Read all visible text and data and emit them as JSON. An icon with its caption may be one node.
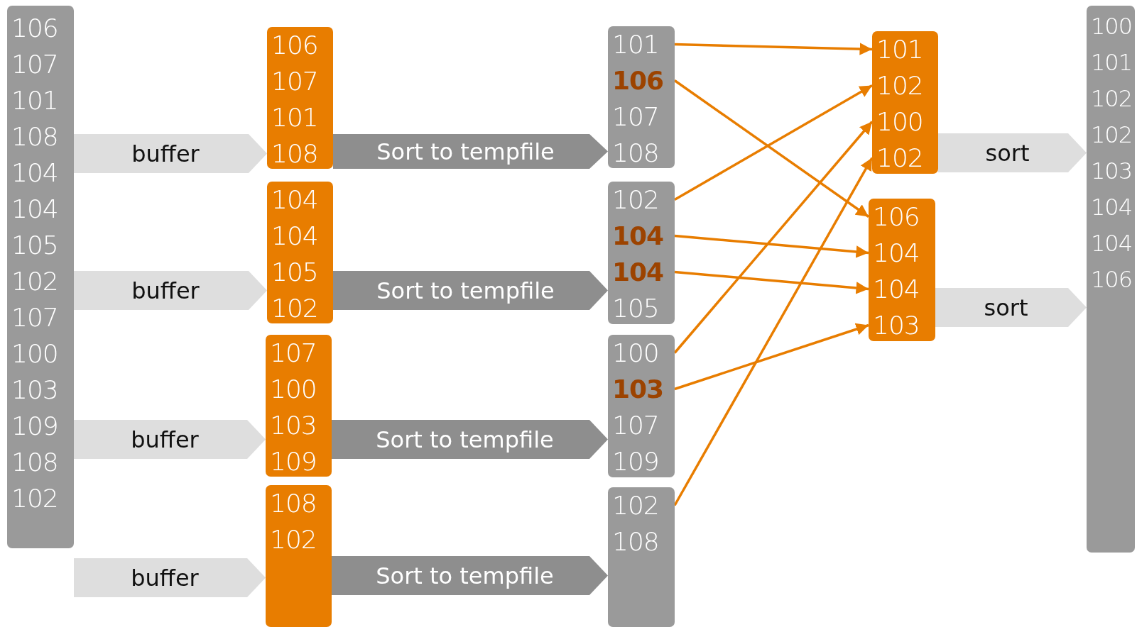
{
  "diagram": {
    "nodes": [
      {
        "text": [
          "106",
          "107",
          "101",
          "108",
          "104",
          "104",
          "105",
          "102",
          "107",
          "100",
          "103",
          "109",
          "108",
          "102"
        ]
      },
      {
        "text": [
          "106",
          "107",
          "101",
          "108"
        ]
      },
      {
        "text": [
          "104",
          "104",
          "105",
          "102"
        ]
      },
      {
        "text": [
          "107",
          "100",
          "103",
          "109"
        ]
      },
      {
        "text": [
          "108",
          "102"
        ]
      },
      {
        "text": [
          "101",
          "106",
          "107",
          "108"
        ]
      },
      {
        "text": [
          "102",
          "104",
          "104",
          "105"
        ]
      },
      {
        "text": [
          "100",
          "103",
          "107",
          "109"
        ]
      },
      {
        "text": [
          "102",
          "108"
        ]
      },
      {
        "text": [
          "101",
          "102",
          "100",
          "102"
        ]
      },
      {
        "text": [
          "106",
          "104",
          "104",
          "103"
        ]
      },
      {
        "text": [
          "100",
          "101",
          "102",
          "102",
          "103",
          "104",
          "104",
          "106"
        ]
      }
    ],
    "edges": [
      {
        "from": 5,
        "to": 9,
        "arrow": "to"
      },
      {
        "from": 5,
        "to": 10,
        "arrow": "to"
      },
      {
        "from": 6,
        "to": 9,
        "arrow": "to"
      },
      {
        "from": 6,
        "to": 10,
        "arrow": "to"
      },
      {
        "from": 6,
        "to": 10,
        "arrow": "to"
      },
      {
        "from": 7,
        "to": 9,
        "arrow": "to"
      },
      {
        "from": 7,
        "to": 10,
        "arrow": "to"
      },
      {
        "from": 8,
        "to": 9,
        "arrow": "to"
      },
      {
        "from": 0,
        "to": 1,
        "arrow": "to",
        "label": "buffer",
        "color": "#dedede"
      },
      {
        "from": 0,
        "to": 2,
        "arrow": "to",
        "label": "buffer",
        "color": "#dedede"
      },
      {
        "from": 0,
        "to": 3,
        "arrow": "to",
        "label": "buffer",
        "color": "#dedede"
      },
      {
        "from": 0,
        "to": 4,
        "arrow": "to",
        "label": "buffer",
        "color": "#dedede"
      },
      {
        "from": 1,
        "to": 5,
        "arrow": "to",
        "label": "Sort to tempfile",
        "color": "#8e8e8e"
      },
      {
        "from": 2,
        "to": 6,
        "arrow": "to",
        "label": "Sort to tempfile",
        "color": "#8e8e8e"
      },
      {
        "from": 3,
        "to": 7,
        "arrow": "to",
        "label": "Sort to tempfile",
        "color": "#8e8e8e"
      },
      {
        "from": 4,
        "to": 8,
        "arrow": "to",
        "label": "Sort to tempfile",
        "color": "#8e8e8e"
      },
      {
        "from": 9,
        "to": 11,
        "arrow": "to",
        "label": "sort",
        "color": "#dedede"
      },
      {
        "from": 10,
        "to": 11,
        "arrow": "to",
        "label": "sort",
        "color": "#dedede"
      }
    ]
  }
}
